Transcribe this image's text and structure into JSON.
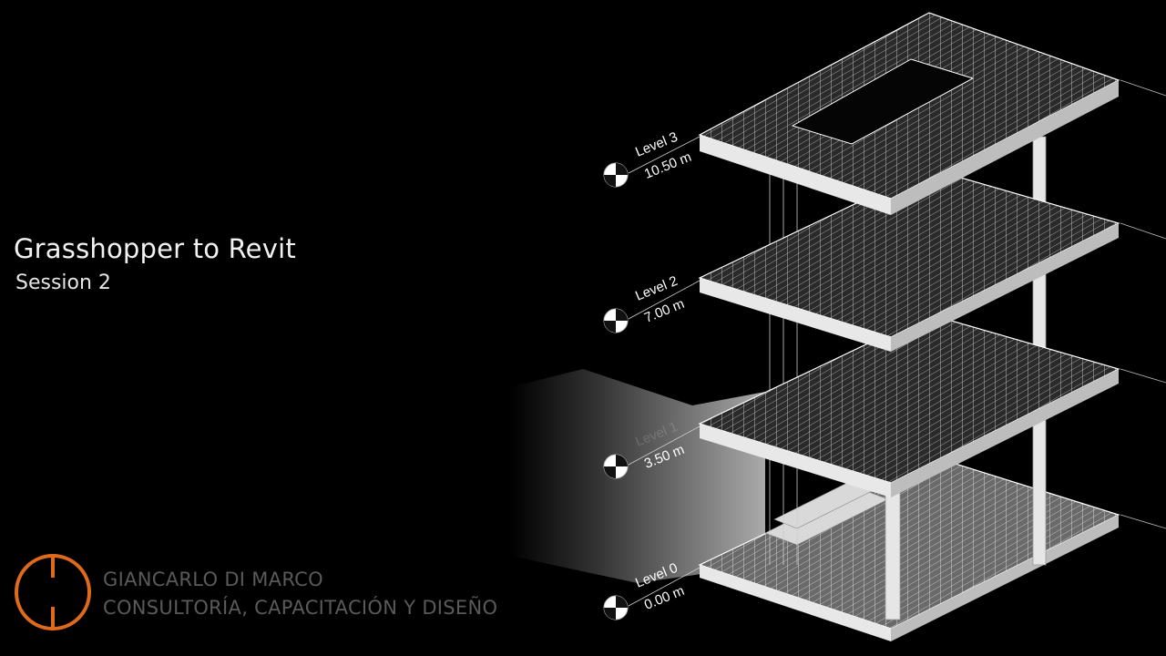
{
  "presentation": {
    "title": "Grasshopper to Revit",
    "subtitle": "Session 2"
  },
  "branding": {
    "name": "GIANCARLO DI MARCO",
    "tagline": "CONSULTORÍA, CAPACITACIÓN Y DISEÑO",
    "accent_color": "#e06a1b",
    "text_color": "#5a5a5a"
  },
  "levels": [
    {
      "name": "Level 3",
      "elevation": "10.50 m"
    },
    {
      "name": "Level 2",
      "elevation": "7.00 m"
    },
    {
      "name": "Level 1",
      "elevation": "3.50 m"
    },
    {
      "name": "Level 0",
      "elevation": "0.00 m"
    }
  ],
  "icons": {
    "level_marker": "level-marker-icon",
    "logo": "gdm-logo-icon"
  }
}
